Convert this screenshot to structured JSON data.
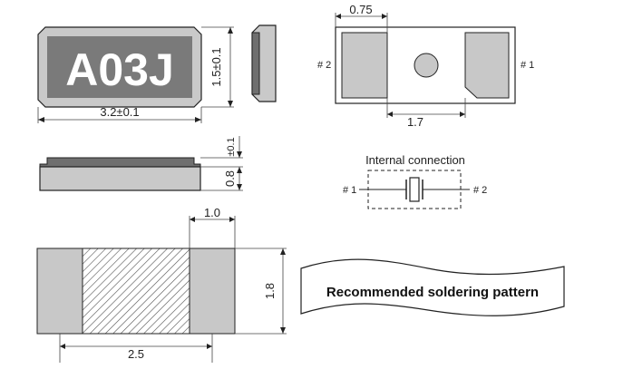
{
  "top_view": {
    "marking": "A03J",
    "width_dim": "3.2±0.1",
    "height_dim": "1.5±0.1"
  },
  "bottom_view": {
    "pad_width_dim": "0.75",
    "pad_spacing_dim": "1.7",
    "pin2_label": "# 2",
    "pin1_label": "# 1"
  },
  "side_view": {
    "thickness_tol": "±0.1",
    "thickness_dim": "0.8"
  },
  "internal_connection": {
    "title": "Internal connection",
    "pin1_label": "# 1",
    "pin2_label": "# 2"
  },
  "soldering_pattern": {
    "pad_dim": "1.0",
    "total_width_dim": "2.5",
    "height_dim": "1.8",
    "banner_text": "Recommended soldering pattern"
  },
  "colors": {
    "body_gray": "#cfcfcf",
    "dark_gray": "#7a7a7a",
    "pad_gray": "#c8c8c8",
    "outline": "#222222"
  }
}
